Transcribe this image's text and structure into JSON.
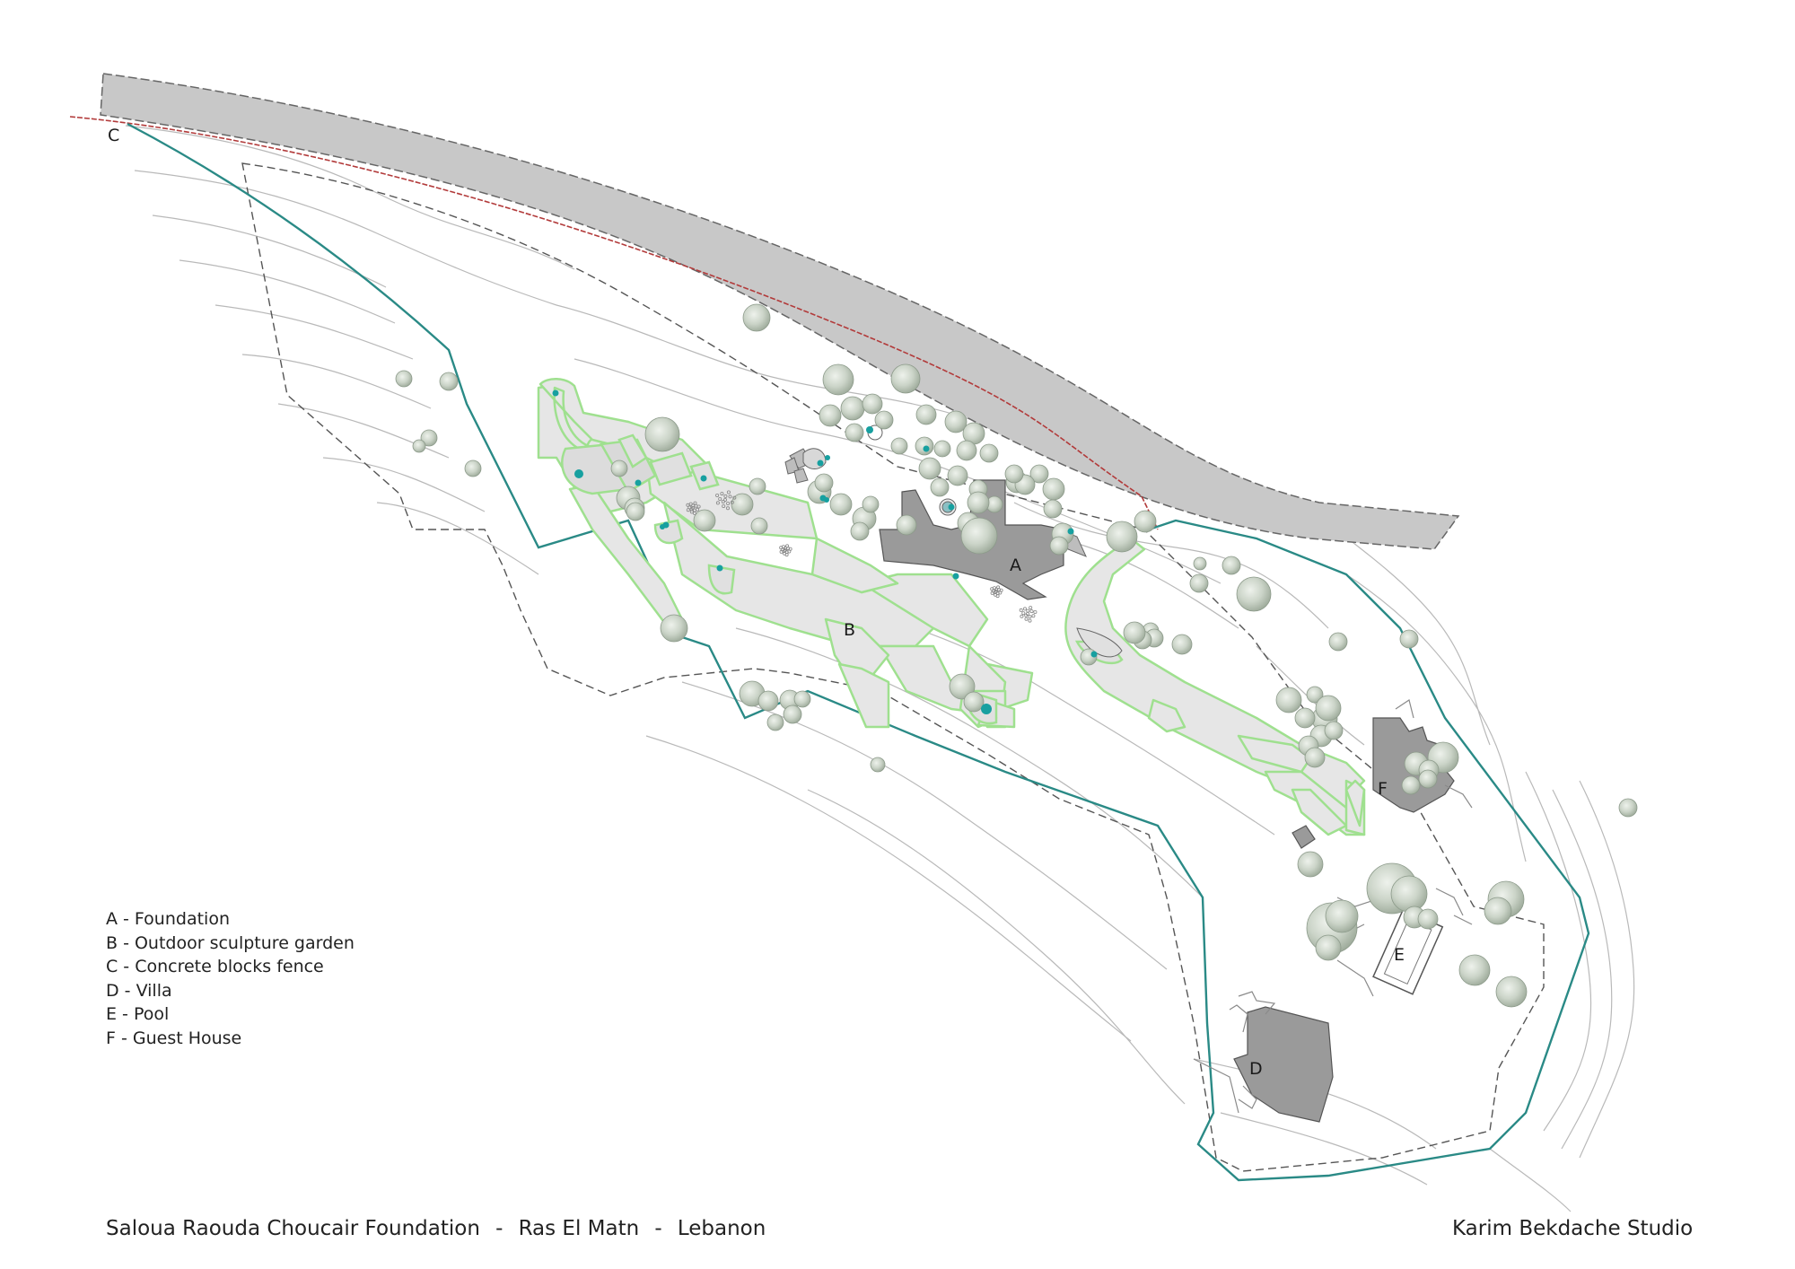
{
  "map": {
    "labels": {
      "a": "A",
      "b": "B",
      "c": "C",
      "d": "D",
      "e": "E",
      "f": "F"
    },
    "colors": {
      "boundary": "#2a8a86",
      "fence_red": "#b23a3a",
      "road": "#c8c8c8",
      "building": "#9a9a9a",
      "path_fill": "#e6e6e6",
      "path_edge": "#9fe08f",
      "tree": "#c9d2c6",
      "sculpture_dot": "#17a0a0",
      "contour": "#b5b5b5"
    }
  },
  "legend": {
    "items": [
      "A - Foundation",
      "B - Outdoor sculpture garden",
      "C - Concrete blocks fence",
      "D - Villa",
      "E - Pool",
      "F - Guest House"
    ]
  },
  "footer": {
    "project": "Saloua Raouda Choucair Foundation",
    "separator": "-",
    "location": "Ras El Matn",
    "country": "Lebanon",
    "studio": "Karim Bekdache Studio"
  }
}
